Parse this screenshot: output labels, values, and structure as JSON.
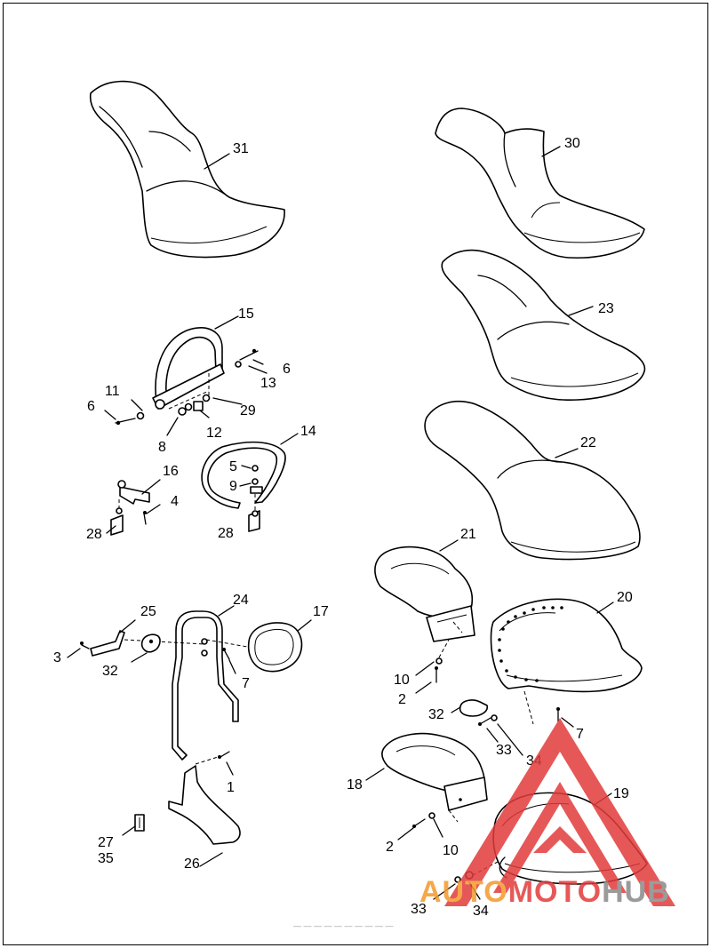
{
  "diagram": {
    "callouts": [
      "31",
      "30",
      "23",
      "15",
      "6",
      "13",
      "11",
      "6",
      "29",
      "12",
      "8",
      "14",
      "5",
      "9",
      "16",
      "4",
      "28",
      "28",
      "22",
      "21",
      "20",
      "25",
      "24",
      "17",
      "3",
      "32",
      "7",
      "10",
      "2",
      "32",
      "33",
      "34",
      "7",
      "1",
      "18",
      "19",
      "27",
      "35",
      "26",
      "2",
      "10",
      "33",
      "34"
    ],
    "footer_text": "— — — — — — — — — —"
  },
  "watermark": {
    "brand_part1": "AUTO",
    "brand_part2": "MOTO",
    "brand_part3": "HUB",
    "colors": {
      "red": "#e23b3b",
      "orange": "#f39a2b",
      "gray": "#8a8a8a"
    }
  }
}
